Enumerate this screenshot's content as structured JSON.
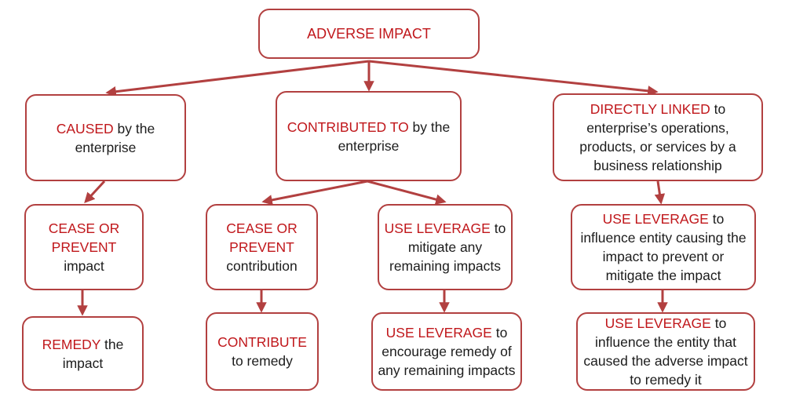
{
  "colors": {
    "border": "#b24040",
    "arrow": "#b24040",
    "highlight": "#c0171b",
    "text": "#1c1c1c"
  },
  "root": {
    "hl": "ADVERSE IMPACT"
  },
  "caused": {
    "box": {
      "hl": "CAUSED",
      "text": " by the enterprise"
    },
    "step1": {
      "hl": "CEASE OR PREVENT",
      "text": "impact"
    },
    "step2": {
      "hl": "REMEDY",
      "text": " the impact"
    }
  },
  "contributed": {
    "box": {
      "hl": "CONTRIBUTED TO",
      "text": " by the enterprise"
    },
    "left1": {
      "hl": "CEASE OR PREVENT",
      "text": "contribution"
    },
    "left2": {
      "hl": "CONTRIBUTE",
      "text": "to remedy"
    },
    "right1": {
      "hl": "USE LEVERAGE",
      "text": " to mitigate any remaining impacts"
    },
    "right2": {
      "hl": "USE LEVERAGE",
      "text": " to encourage remedy of any remaining impacts"
    }
  },
  "linked": {
    "box": {
      "hl": "DIRECTLY LINKED",
      "text": " to enterprise’s operations, products, or services by a business relationship"
    },
    "step1": {
      "hl": "USE LEVERAGE",
      "text": " to influence entity causing the impact to prevent or mitigate the impact"
    },
    "step2": {
      "hl": "USE LEVERAGE",
      "text": " to influence the entity that caused the adverse impact to remedy it"
    }
  }
}
